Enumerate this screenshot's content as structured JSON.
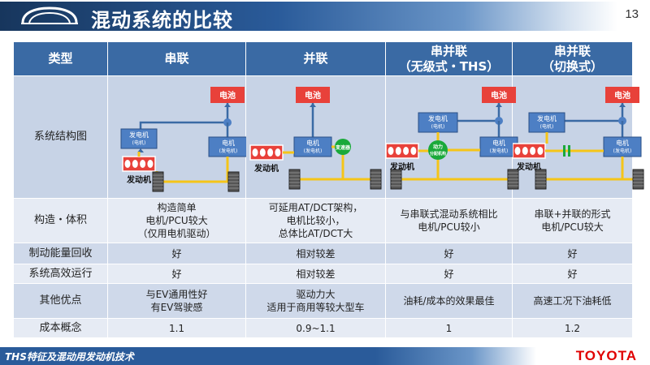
{
  "page": {
    "title": "混动系统的比较",
    "page_number": "13",
    "footer_text": "THS特征及混动用发动机技术",
    "brand": "TOYOTA"
  },
  "table": {
    "headers": [
      {
        "line1": "类型",
        "line2": ""
      },
      {
        "line1": "串联",
        "line2": ""
      },
      {
        "line1": "并联",
        "line2": ""
      },
      {
        "line1": "串并联",
        "line2": "（无级式・THS）"
      },
      {
        "line1": "串并联",
        "line2": "（切换式）"
      }
    ],
    "structure_row_label": "系统结构图",
    "rows": [
      {
        "label": "构造・体积",
        "cells": [
          [
            "构造简单",
            "电机/PCU较大",
            "（仅用电机驱动）"
          ],
          [
            "可延用AT/DCT架构，",
            "电机比较小，",
            "总体比AT/DCT大"
          ],
          [
            "与串联式混动系统相比",
            "电机/PCU较小"
          ],
          [
            "串联+并联的形式",
            "电机/PCU较大"
          ]
        ]
      },
      {
        "label": "制动能量回收",
        "cells": [
          [
            "好"
          ],
          [
            "相对较差"
          ],
          [
            "好"
          ],
          [
            "好"
          ]
        ]
      },
      {
        "label": "系统高效运行",
        "cells": [
          [
            "好"
          ],
          [
            "相对较差"
          ],
          [
            "好"
          ],
          [
            "好"
          ]
        ]
      },
      {
        "label": "其他优点",
        "cells": [
          [
            "与EV通用性好",
            "有EV驾驶感"
          ],
          [
            "驱动力大",
            "适用于商用等较大型车"
          ],
          [
            "油耗/成本的效果最佳"
          ],
          [
            "高速工况下油耗低"
          ]
        ]
      },
      {
        "label": "成本概念",
        "cells": [
          [
            "1.1"
          ],
          [
            "0.9~1.1"
          ],
          [
            "1"
          ],
          [
            "1.2"
          ]
        ]
      }
    ]
  },
  "diagram_labels": {
    "battery": "电池",
    "generator": "发电机",
    "generator_sub": "(电机)",
    "motor": "电机",
    "motor_sub": "(发电机)",
    "engine": "发动机",
    "transmission": "变速器",
    "power_split_1": "动力",
    "power_split_2": "分配机构"
  },
  "colors": {
    "header_blue": "#3a6aa4",
    "component_blue": "#4d7fc4",
    "battery_red": "#e8413a",
    "flow_yellow": "#f5c518",
    "transmission_green": "#1aa93a",
    "brand_red": "#e00000"
  }
}
